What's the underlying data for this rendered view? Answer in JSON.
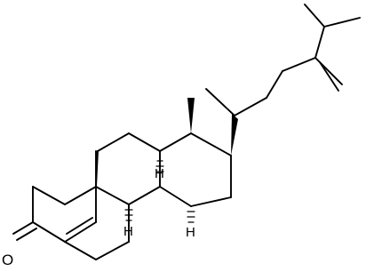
{
  "molecule": {
    "atom_labels": {
      "oxygen": "O",
      "h_c8": "H",
      "h_c9": "H",
      "h_c14": "H"
    }
  }
}
